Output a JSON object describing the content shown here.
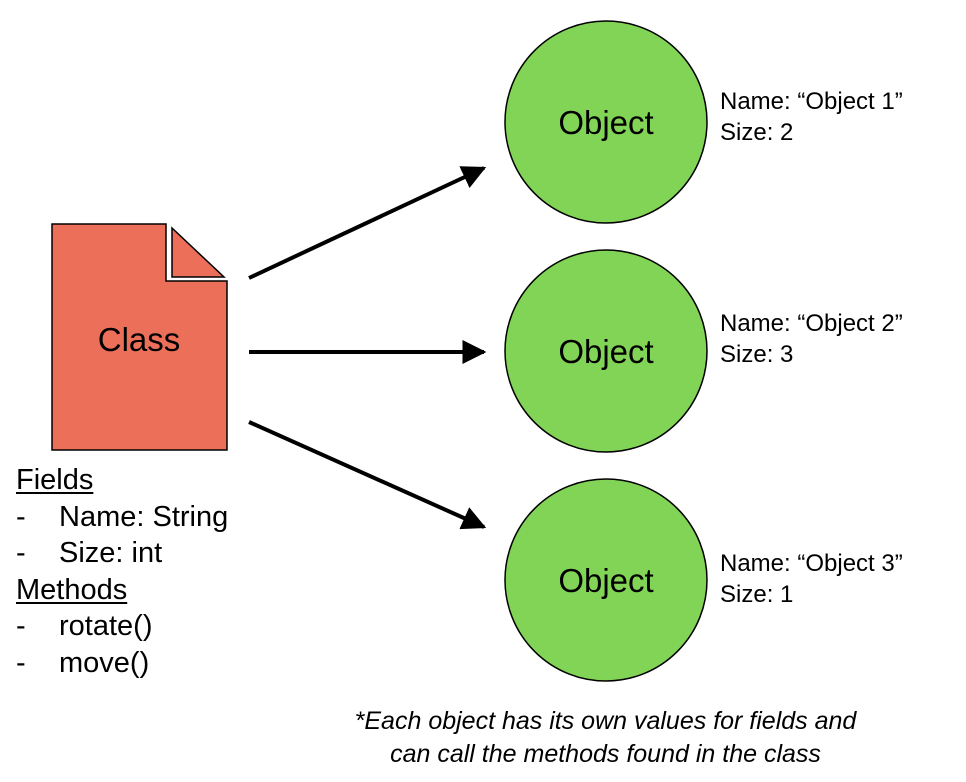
{
  "class_box": {
    "label": "Class",
    "fill_color": "#ec6f5a",
    "border_color": "#000000"
  },
  "class_members": {
    "fields_heading": "Fields",
    "fields": [
      {
        "bullet": "-",
        "text": "Name: String"
      },
      {
        "bullet": "-",
        "text": "Size: int"
      }
    ],
    "methods_heading": "Methods",
    "methods": [
      {
        "bullet": "-",
        "text": "rotate()"
      },
      {
        "bullet": "-",
        "text": "move()"
      }
    ]
  },
  "objects": [
    {
      "label": "Object",
      "name_line": "Name: “Object 1”",
      "size_line": "Size: 2"
    },
    {
      "label": "Object",
      "name_line": "Name: “Object 2”",
      "size_line": "Size: 3"
    },
    {
      "label": "Object",
      "name_line": "Name: “Object 3”",
      "size_line": "Size: 1"
    }
  ],
  "object_fill_color": "#82d457",
  "arrow_color": "#000000",
  "note": {
    "line1": "*Each object has its own values for fields and",
    "line2": "can call the methods found in the class"
  }
}
